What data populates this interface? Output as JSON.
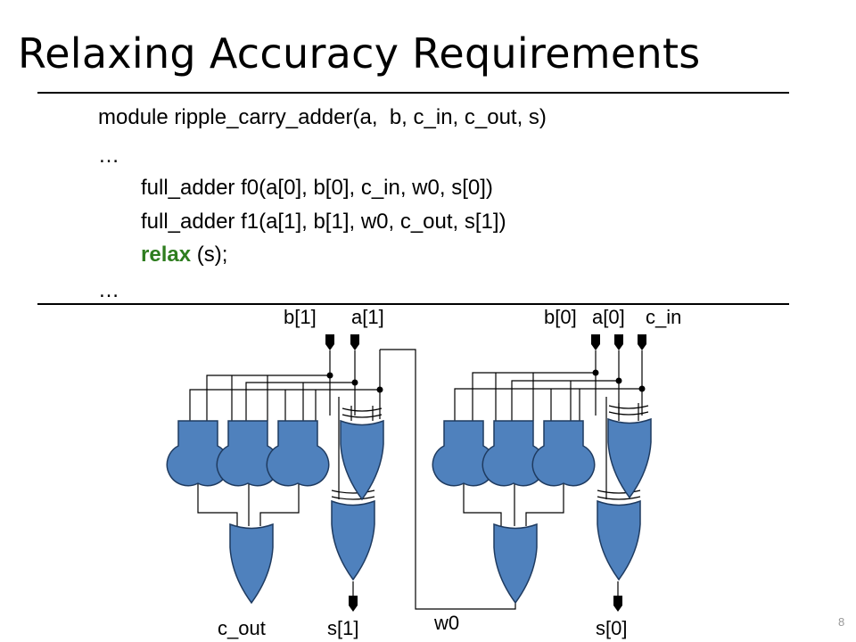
{
  "slide": {
    "title": "Relaxing Accuracy Requirements",
    "page_number": "8"
  },
  "code": {
    "line1": "module ripple_carry_adder(a,  b, c_in, c_out, s)",
    "line2": "…",
    "line3": "full_adder f0(a[0], b[0], c_in, w0, s[0])",
    "line4": "full_adder f1(a[1], b[1], w0, c_out, s[1])",
    "line5_keyword": "relax",
    "line5_rest": " (s);",
    "line6": "…"
  },
  "diagram": {
    "inputs_left": [
      "b[1]",
      "a[1]"
    ],
    "inputs_right": [
      "b[0]",
      "a[0]",
      "c_in"
    ],
    "outputs": [
      "c_out",
      "s[1]",
      "w0",
      "s[0]"
    ],
    "gate_color": "#4f81bd"
  }
}
